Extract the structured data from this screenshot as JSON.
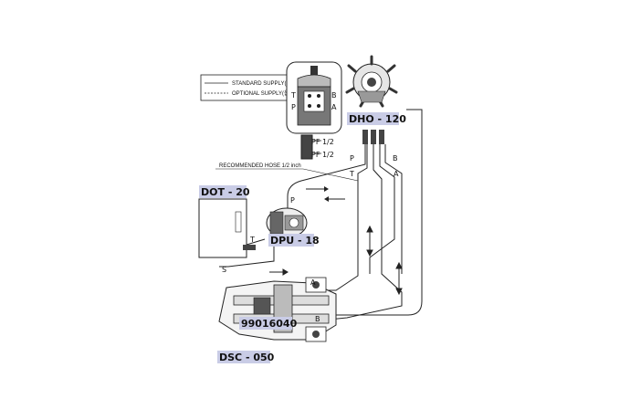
{
  "legend": {
    "standard": "STANDARD SUPPLY(기본공급)",
    "optional": "OPTIONAL SUPPLY(옵션공급)"
  },
  "helm_pump_symbol": {
    "t": "T",
    "b": "B",
    "p": "P",
    "a": "A"
  },
  "fittings": {
    "pf_upper": "PF 1/2",
    "pf_lower": "PF 1/2"
  },
  "hose_note": "RECOMMENDED HOSE 1/2 inch",
  "port_letters": {
    "p": "P",
    "b": "B",
    "t": "T",
    "a": "A",
    "pump_p": "P",
    "pump_t": "T",
    "tank_s": "S",
    "cyl_a": "A",
    "cyl_b": "B"
  },
  "components": {
    "helm": "DHO - 120",
    "tank": "DOT - 20",
    "pump": "DPU - 18",
    "valve": "99016040",
    "cylinder": "DSC - 050"
  },
  "colors": {
    "label_highlight": "#c9cce6",
    "line": "#1a1a1a"
  }
}
